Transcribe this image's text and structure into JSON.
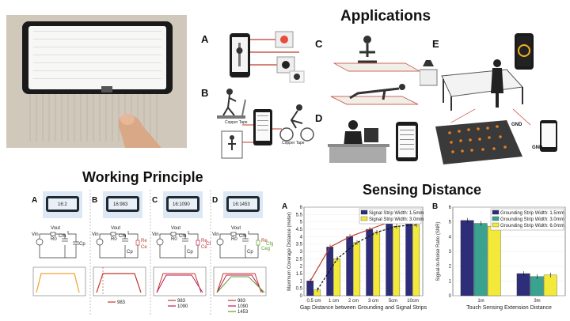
{
  "headings": {
    "applications": "Applications",
    "working_principle": "Working Principle",
    "sensing_distance": "Sensing Distance"
  },
  "applications": {
    "panel_letters": [
      "A",
      "B",
      "C",
      "D",
      "E"
    ],
    "labels": {
      "copper_tape_left": "Copper Tape",
      "copper_tape_right": "Copper Tape",
      "gnd_top": "GND",
      "gnd_bottom": "GND"
    }
  },
  "working_principle": {
    "panel_letters": [
      "A",
      "B",
      "C",
      "D"
    ],
    "screen_values": [
      "16:2",
      "16:983",
      "16:1090",
      "16:1453"
    ],
    "circuit": {
      "vout": "Vout",
      "vin": "Vin",
      "r0": "R0",
      "cm": "Cm",
      "cp": "Cp",
      "re": "Re",
      "ce": "Ce",
      "cf": "Cf",
      "cfg": "Cfg",
      "ceg": "Ceg"
    },
    "legend_values": {
      "b": [
        "983"
      ],
      "c": [
        "983",
        "1090"
      ],
      "d": [
        "983",
        "1090",
        "1453"
      ]
    },
    "colors": {
      "orange": "#f0a030",
      "red": "#c0392b",
      "pink": "#c2185b",
      "green": "#5aa02c"
    }
  },
  "chart_data": [
    {
      "panel": "A",
      "type": "bar",
      "categories": [
        "0.5 cm",
        "1 cm",
        "2 cm",
        "3 cm",
        "5cm",
        "10cm"
      ],
      "series": [
        {
          "name": "Signal Strip Width: 1.5mm",
          "color": "#2e2d7a",
          "values": [
            1.0,
            3.3,
            4.0,
            4.5,
            5.0,
            5.0
          ]
        },
        {
          "name": "Signal Strip Width: 3.0mm",
          "color": "#f2e93a",
          "values": [
            0.4,
            2.5,
            3.6,
            4.3,
            4.7,
            4.8
          ]
        }
      ],
      "xlabel": "Gap Distance between Grounding and Signal Strips",
      "ylabel": "Maximum Coverage Distance (meter)",
      "ylim": [
        0,
        6
      ],
      "yticks": [
        0,
        0.5,
        1,
        1.5,
        2,
        2.5,
        3,
        3.5,
        4,
        4.5,
        5,
        5.5,
        6
      ],
      "legend_position": "top-left"
    },
    {
      "panel": "B",
      "type": "bar",
      "categories": [
        "1m",
        "3m"
      ],
      "series": [
        {
          "name": "Grounding Strip Width: 1.5mm",
          "color": "#2e2d7a",
          "values": [
            5.1,
            1.5
          ]
        },
        {
          "name": "Grounding Strip Width: 3.0mm",
          "color": "#3aa38f",
          "values": [
            4.9,
            1.3
          ]
        },
        {
          "name": "Grounding Strip Width: 6.0mm",
          "color": "#f2e93a",
          "values": [
            4.7,
            1.4
          ]
        }
      ],
      "xlabel": "Touch Sensing Extension Distance",
      "ylabel": "Signal-to-Noise Ratio (SNR)",
      "ylim": [
        0,
        6
      ],
      "yticks": [
        0,
        1,
        2,
        3,
        4,
        5,
        6
      ],
      "legend_position": "top-right"
    }
  ]
}
